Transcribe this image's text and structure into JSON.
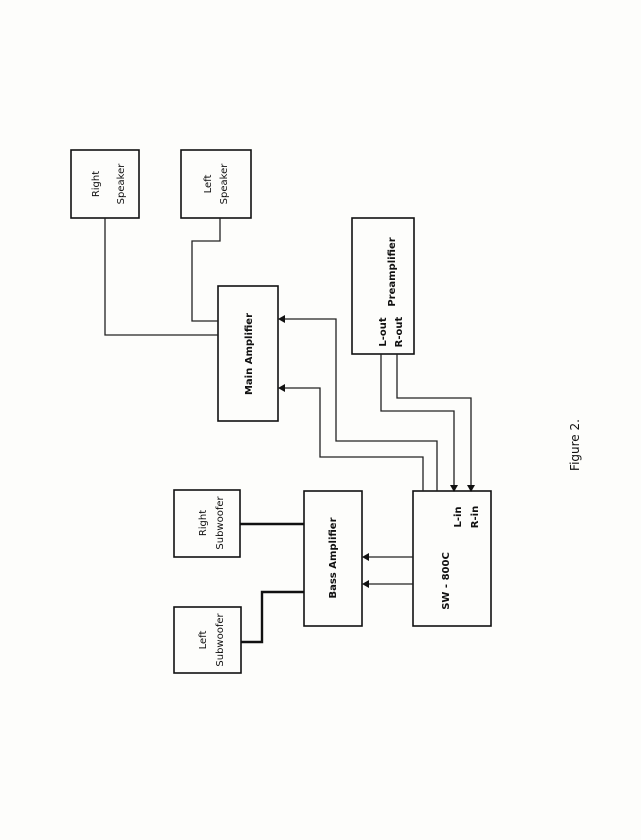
{
  "figure_caption": "Figure 2.",
  "components": {
    "right_speaker": [
      "Right",
      "Speaker"
    ],
    "left_speaker": [
      "Left",
      "Speaker"
    ],
    "preamplifier": {
      "title": "Preamplifier",
      "out_left": "L-out",
      "out_right": "R-out"
    },
    "main_amplifier": "Main Amplifier",
    "right_subwoofer": [
      "Right",
      "Subwoofer"
    ],
    "left_subwoofer": [
      "Left",
      "Subwoofer"
    ],
    "bass_amplifier": "Bass Amplifier",
    "sw800c": {
      "title": "SW - 800C",
      "in_left": "L-in",
      "in_right": "R-in"
    }
  }
}
